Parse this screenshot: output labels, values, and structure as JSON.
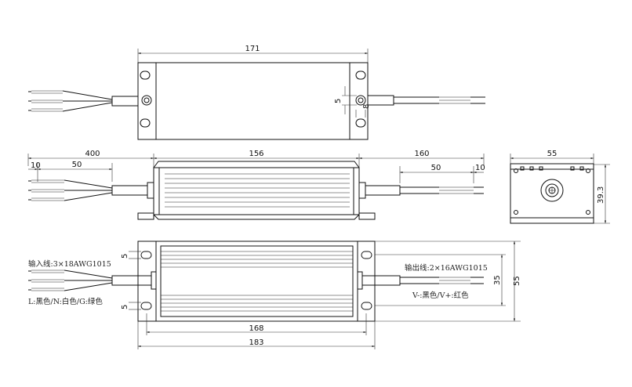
{
  "top_view": {
    "width_label": "171",
    "hole_dia_label": "5",
    "hole_pitch_label": "8"
  },
  "side_view": {
    "input_cable_label": "400",
    "body_label": "156",
    "output_cable_label": "160",
    "input_strip_label": "10",
    "input_jacket_label": "50",
    "output_jacket_label": "50",
    "output_strip_label": "10"
  },
  "end_view": {
    "width_label": "55",
    "height_label": "39.3"
  },
  "bottom_view": {
    "input_note": "输入线:3×18AWG1015",
    "input_colors": "L:黑色/N:白色/G:绿色",
    "output_note": "输出线:2×16AWG1015",
    "output_colors": "V-:黑色/V+:红色",
    "slot_top_label": "5",
    "slot_bottom_label": "5",
    "inner_height_label": "35",
    "outer_height_label": "55",
    "mount_pitch_label": "168",
    "overall_length_label": "183"
  }
}
